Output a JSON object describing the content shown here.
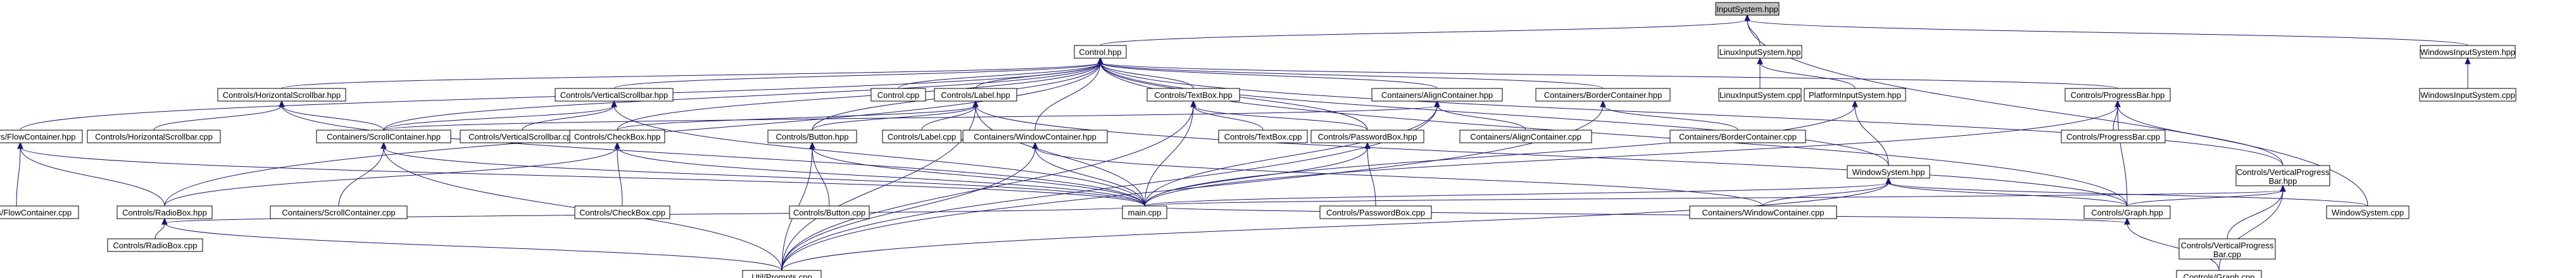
{
  "colors": {
    "edge": "#191970",
    "root_fill": "#bfbfbf",
    "node_fill": "#ffffff",
    "border": "#000000"
  },
  "nodes": {
    "InputSystem_hpp": [
      "InputSystem.hpp"
    ],
    "Control_hpp": [
      "Control.hpp"
    ],
    "LinuxInputSystem_hpp": [
      "LinuxInputSystem.hpp"
    ],
    "WindowsInputSystem_hpp": [
      "WindowsInputSystem.hpp"
    ],
    "Controls_HorizontalScrollbar_hpp": [
      "Controls/HorizontalScrollbar.hpp"
    ],
    "Controls_VerticalScrollbar_hpp": [
      "Controls/VerticalScrollbar.hpp"
    ],
    "Control_cpp": [
      "Control.cpp"
    ],
    "Controls_Label_hpp": [
      "Controls/Label.hpp"
    ],
    "Controls_TextBox_hpp": [
      "Controls/TextBox.hpp"
    ],
    "Containers_AlignContainer_hpp": [
      "Containers/AlignContainer.hpp"
    ],
    "Containers_BorderContainer_hpp": [
      "Containers/BorderContainer.hpp"
    ],
    "PlatformInputSystem_hpp": [
      "PlatformInputSystem.hpp"
    ],
    "Controls_ProgressBar_hpp": [
      "Controls/ProgressBar.hpp"
    ],
    "LinuxInputSystem_cpp": [
      "LinuxInputSystem.cpp"
    ],
    "WindowsInputSystem_cpp": [
      "WindowsInputSystem.cpp"
    ],
    "Containers_FlowContainer_hpp": [
      "Containers/FlowContainer.hpp"
    ],
    "Controls_HorizontalScrollbar_cpp": [
      "Controls/HorizontalScrollbar.cpp"
    ],
    "Containers_ScrollContainer_hpp": [
      "Containers/ScrollContainer.hpp"
    ],
    "Controls_VerticalScrollbar_cpp": [
      "Controls/VerticalScrollbar.cpp"
    ],
    "Controls_CheckBox_hpp": [
      "Controls/CheckBox.hpp"
    ],
    "Controls_Button_hpp": [
      "Controls/Button.hpp"
    ],
    "Controls_Label_cpp": [
      "Controls/Label.cpp"
    ],
    "Containers_WindowContainer_hpp": [
      "Containers/WindowContainer.hpp"
    ],
    "Controls_TextBox_cpp": [
      "Controls/TextBox.cpp"
    ],
    "Controls_PasswordBox_hpp": [
      "Controls/PasswordBox.hpp"
    ],
    "Containers_AlignContainer_cpp": [
      "Containers/AlignContainer.cpp"
    ],
    "Containers_BorderContainer_cpp": [
      "Containers/BorderContainer.cpp"
    ],
    "WindowSystem_hpp": [
      "WindowSystem.hpp"
    ],
    "Controls_ProgressBar_cpp": [
      "Controls/ProgressBar.cpp"
    ],
    "Controls_VerticalProgressBar_hpp": [
      "Controls/VerticalProgress",
      "Bar.hpp"
    ],
    "Containers_FlowContainer_cpp": [
      "Containers/FlowContainer.cpp"
    ],
    "Controls_RadioBox_hpp": [
      "Controls/RadioBox.hpp"
    ],
    "Containers_ScrollContainer_cpp": [
      "Containers/ScrollContainer.cpp"
    ],
    "Controls_CheckBox_cpp": [
      "Controls/CheckBox.cpp"
    ],
    "Controls_Button_cpp": [
      "Controls/Button.cpp"
    ],
    "main_cpp": [
      "main.cpp"
    ],
    "Controls_PasswordBox_cpp": [
      "Controls/PasswordBox.cpp"
    ],
    "Containers_WindowContainer_cpp": [
      "Containers/WindowContainer.cpp"
    ],
    "Controls_Graph_hpp": [
      "Controls/Graph.hpp"
    ],
    "Controls_VerticalProgressBar_cpp": [
      "Controls/VerticalProgress",
      "Bar.cpp"
    ],
    "WindowSystem_cpp": [
      "WindowSystem.cpp"
    ],
    "Controls_RadioBox_cpp": [
      "Controls/RadioBox.cpp"
    ],
    "Util_Prompts_cpp": [
      "Util/Prompts.cpp"
    ],
    "Controls_Graph_cpp": [
      "Controls/Graph.cpp"
    ]
  }
}
